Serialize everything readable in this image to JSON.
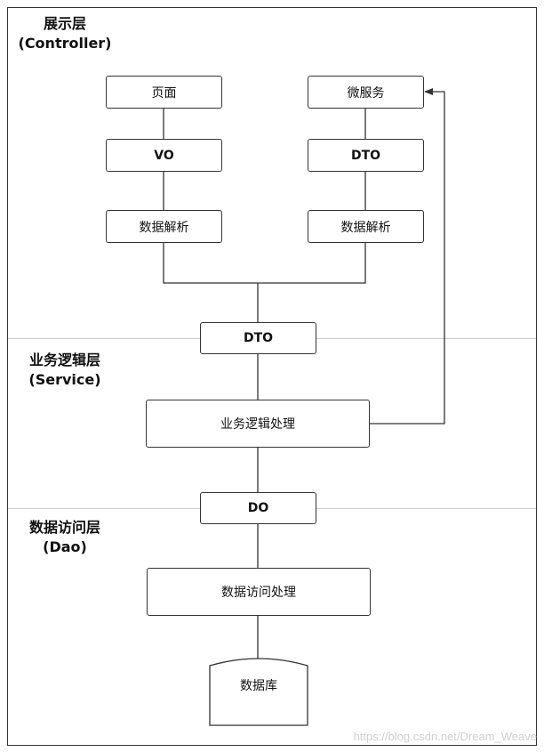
{
  "layers": {
    "controller": {
      "title": "展示层",
      "subtitle": "(Controller)"
    },
    "service": {
      "title": "业务逻辑层",
      "subtitle": "(Service)"
    },
    "dao": {
      "title": "数据访问层",
      "subtitle": "(Dao)"
    }
  },
  "nodes": {
    "page": "页面",
    "vo": "VO",
    "parse_left": "数据解析",
    "microservice": "微服务",
    "dto_right": "DTO",
    "parse_right": "数据解析",
    "dto_center": "DTO",
    "business_logic": "业务逻辑处理",
    "do": "DO",
    "data_access": "数据访问处理",
    "database": "数据库"
  },
  "watermark": "https://blog.csdn.net/Dream_Weave"
}
